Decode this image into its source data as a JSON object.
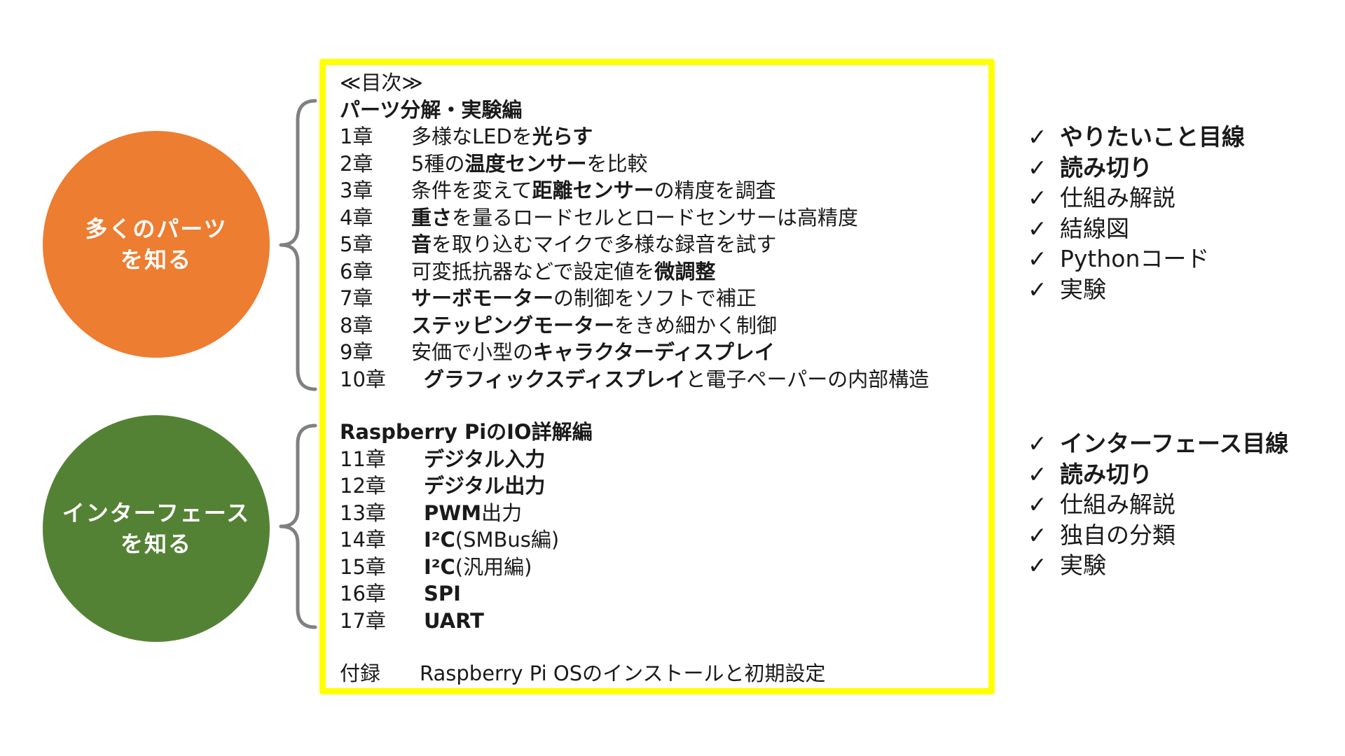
{
  "circles": [
    {
      "line1": "多くのパーツ",
      "line2": "を知る",
      "color": "#ed7d31"
    },
    {
      "line1": "インターフェース",
      "line2": "を知る",
      "color": "#548235"
    }
  ],
  "toc": {
    "heading": "≪目次≫",
    "section1_title": "パーツ分解・実験編",
    "ch1": {
      "num": "1章",
      "a": "多様なLEDを",
      "b": "光らす"
    },
    "ch2": {
      "num": "2章",
      "a": "5種の",
      "b": "温度センサー",
      "c": "を比較"
    },
    "ch3": {
      "num": "3章",
      "a": "条件を変えて",
      "b": "距離センサー",
      "c": "の精度を調査"
    },
    "ch4": {
      "num": "4章",
      "b": "重さ",
      "c": "を量るロードセルとロードセンサーは高精度"
    },
    "ch5": {
      "num": "5章",
      "b": "音",
      "c": "を取り込むマイクで多様な録音を試す"
    },
    "ch6": {
      "num": "6章",
      "a": "可変抵抗器などで設定値を",
      "b": "微調整"
    },
    "ch7": {
      "num": "7章",
      "b": "サーボモーター",
      "c": "の制御をソフトで補正"
    },
    "ch8": {
      "num": "8章",
      "b": "ステッピングモーター",
      "c": "をきめ細かく制御"
    },
    "ch9": {
      "num": "9章",
      "a": "安価で小型の",
      "b": "キャラクターディスプレイ"
    },
    "ch10": {
      "num": "10章",
      "b": "グラフィックスディスプレイ",
      "c": "と電子ペーパーの内部構造"
    },
    "section2_title": "Raspberry PiのIO詳解編",
    "ch11": {
      "num": "11章",
      "b": "デジタル入力"
    },
    "ch12": {
      "num": "12章",
      "b": "デジタル出力"
    },
    "ch13": {
      "num": "13章",
      "b": "PWM",
      "c": "出力"
    },
    "ch14": {
      "num": "14章",
      "b": "I²C",
      "c": "(SMBus編)"
    },
    "ch15": {
      "num": "15章",
      "b": "I²C",
      "c": "(汎用編)"
    },
    "ch16": {
      "num": "16章",
      "b": "SPI"
    },
    "ch17": {
      "num": "17章",
      "b": "UART"
    },
    "appendix": {
      "label": "付録",
      "text": "Raspberry Pi OSのインストールと初期設定"
    }
  },
  "checklist1": {
    "mark": "✓",
    "items": [
      "やりたいこと目線",
      "読み切り",
      "仕組み解説",
      "結線図",
      "Pythonコード",
      "実験"
    ]
  },
  "checklist2": {
    "mark": "✓",
    "items": [
      "インターフェース目線",
      "読み切り",
      "仕組み解説",
      "独自の分類",
      "実験"
    ]
  },
  "colors": {
    "frame": "#ffff00",
    "bracket": "#808080"
  }
}
